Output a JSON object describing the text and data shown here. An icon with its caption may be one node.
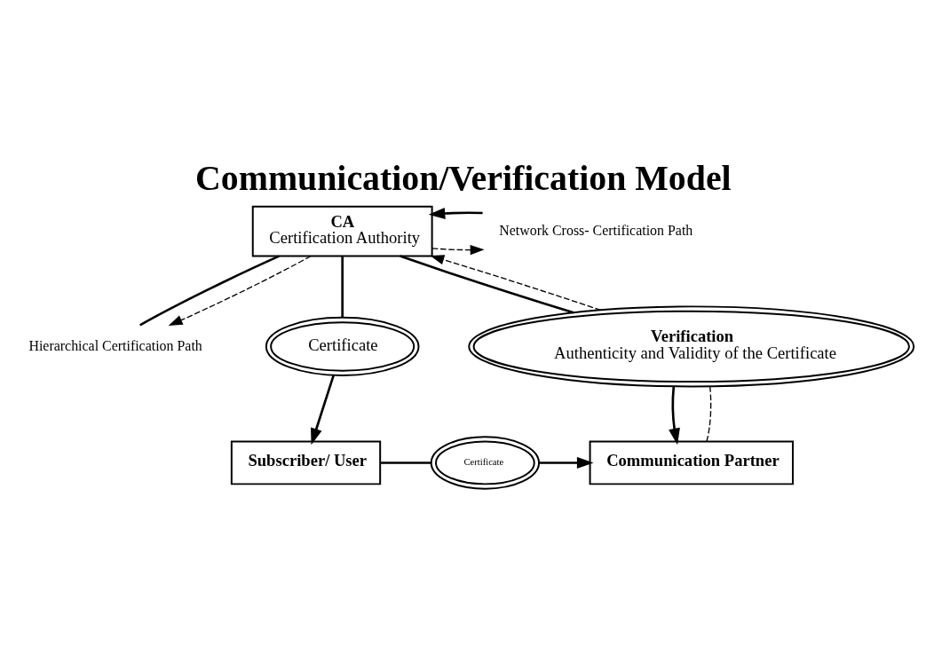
{
  "diagram": {
    "title": "Communication/Verification Model",
    "nodes": [
      {
        "text": [
          "Hierarchical Certification Path"
        ]
      },
      {
        "text": [
          "Network Cross- Certification Path"
        ]
      },
      {
        "text": [
          "CA",
          "Certification Authority"
        ]
      },
      {
        "text": [
          "Certificate"
        ]
      },
      {
        "text": [
          "Verification",
          "Authenticity and Validity of the Certificate"
        ]
      },
      {
        "text": [
          "Subscriber/ User"
        ]
      },
      {
        "text": [
          "Certificate"
        ]
      },
      {
        "text": [
          "Communication Partner"
        ]
      }
    ],
    "edges": [
      {
        "from": 2,
        "to": 0,
        "arrow": "none"
      },
      {
        "from": 2,
        "to": 0,
        "arrow": "to",
        "style": "dashed"
      },
      {
        "from": 2,
        "to": 1,
        "arrow": "to",
        "style": "dashed"
      },
      {
        "from": 1,
        "to": 2,
        "arrow": "to"
      },
      {
        "from": 2,
        "to": 3,
        "arrow": "none"
      },
      {
        "from": 3,
        "to": 5,
        "arrow": "to"
      },
      {
        "from": 2,
        "to": 4,
        "arrow": "none"
      },
      {
        "from": 4,
        "to": 2,
        "arrow": "to",
        "style": "dashed"
      },
      {
        "from": 4,
        "to": 7,
        "arrow": "to"
      },
      {
        "from": 7,
        "to": 4,
        "arrow": "none",
        "style": "dashed"
      },
      {
        "from": 5,
        "to": 6,
        "arrow": "none"
      },
      {
        "from": 6,
        "to": 7,
        "arrow": "to"
      }
    ]
  }
}
